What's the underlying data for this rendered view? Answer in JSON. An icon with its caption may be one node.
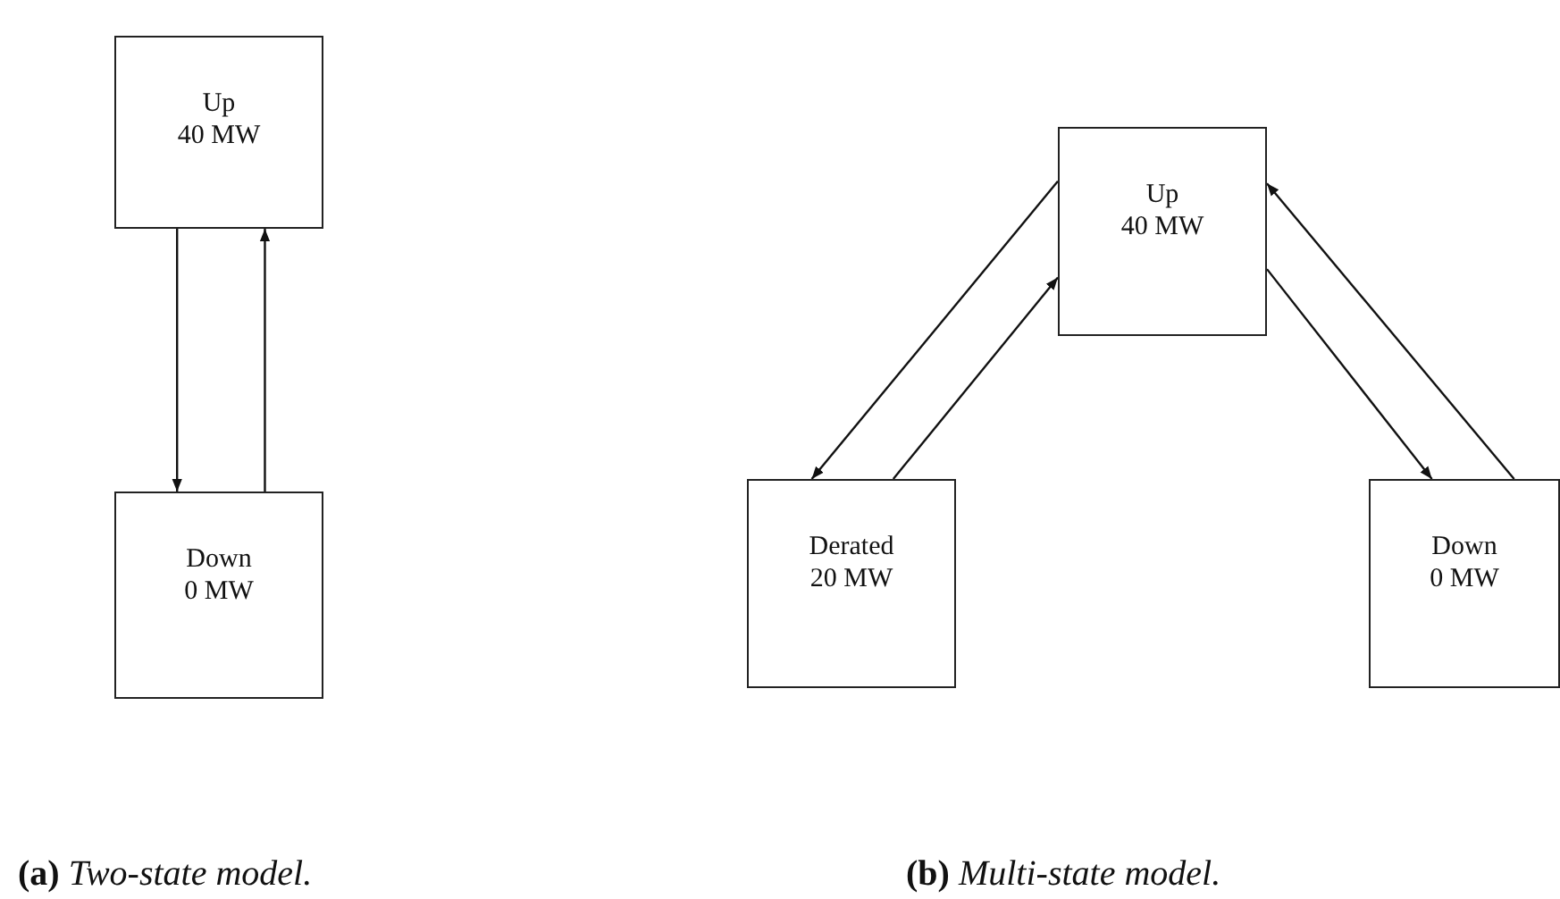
{
  "diagram": {
    "nodes": [
      {
        "text": [
          "Up",
          "40 MW"
        ]
      },
      {
        "text": [
          "Down",
          "0 MW"
        ]
      },
      {
        "text": [
          "Up",
          "40 MW"
        ]
      },
      {
        "text": [
          "Derated",
          "20 MW"
        ]
      },
      {
        "text": [
          "Down",
          "0 MW"
        ]
      }
    ],
    "edges": [
      {
        "from": 0,
        "to": 1,
        "arrow": "to"
      },
      {
        "from": 1,
        "to": 0,
        "arrow": "to"
      },
      {
        "from": 2,
        "to": 3,
        "arrow": "to"
      },
      {
        "from": 3,
        "to": 2,
        "arrow": "to"
      },
      {
        "from": 2,
        "to": 4,
        "arrow": "to"
      },
      {
        "from": 4,
        "to": 2,
        "arrow": "to"
      }
    ],
    "labels": [
      "**(a)** *Two-state model.*",
      "**(b)** *Multi-state model.*"
    ]
  }
}
